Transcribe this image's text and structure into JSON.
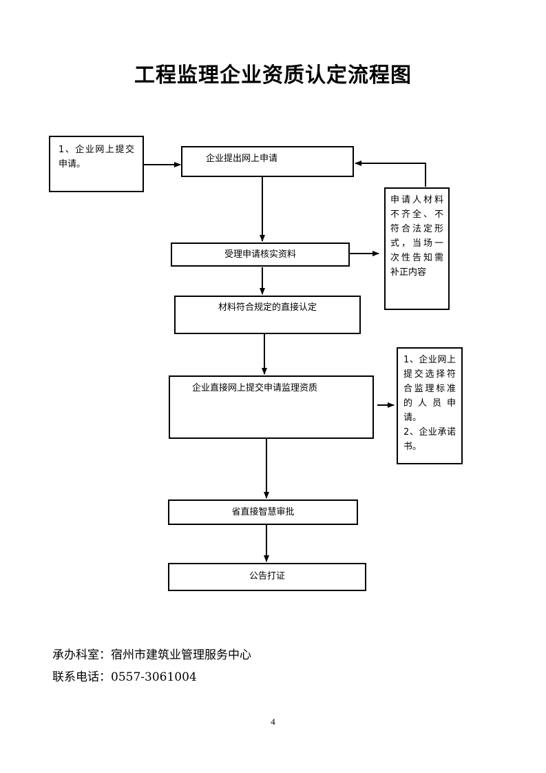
{
  "title": "工程监理企业资质认定流程图",
  "nodes": {
    "submit_docs": "1、企业网上提交申请。",
    "online_apply": "企业提出网上申请",
    "accept_verify": "受理申请核实资料",
    "direct_approve": "材料符合规定的直接认定",
    "direct_submit": "企业直接网上提交申请监理资质",
    "provincial_review": "省直接智慧审批",
    "announce": "公告打证"
  },
  "notes": {
    "incomplete": "申请人材料不齐全、不符合法定形式，当场一次性告知需补正内容",
    "requirements_1": "1、企业网上提交选择符合监理标准的人员申请。",
    "requirements_2": "2、企业承诺书。"
  },
  "footer": {
    "office": "承办科室：宿州市建筑业管理服务中心",
    "phone": "联系电话：0557-3061004"
  },
  "page_number": "4"
}
